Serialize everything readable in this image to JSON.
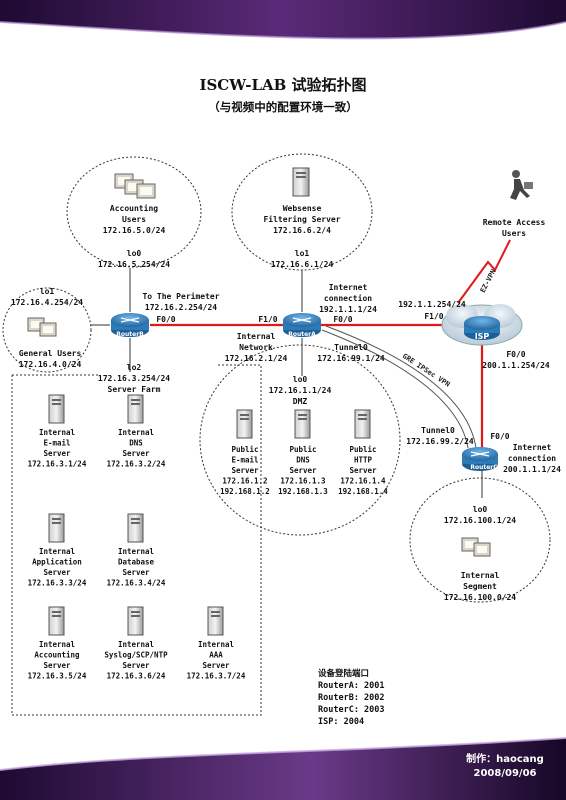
{
  "header": {
    "title": "ISCW-LAB 试验拓扑图",
    "subtitle": "（与视频中的配置环境一致）"
  },
  "routers": {
    "a": "RouterA",
    "b": "RouterB",
    "c": "RouterC",
    "isp": "ISP"
  },
  "sites": {
    "accounting": [
      "Accounting",
      "Users",
      "172.16.5.0/24"
    ],
    "websense": [
      "Websense",
      "Filtering Server",
      "172.16.6.2/4"
    ],
    "general": [
      "General Users",
      "172.16.4.0/24"
    ],
    "remote": [
      "Remote Access",
      "Users"
    ],
    "internal_segment": [
      "Internal",
      "Segment",
      "172.16.100.0/24"
    ]
  },
  "interfaces": {
    "b_lo0": [
      "lo0",
      "172.16.5.254/24"
    ],
    "a_lo1": [
      "lo1",
      "172.16.6.1/24"
    ],
    "b_lo1": [
      "lo1",
      "172.16.4.254/24"
    ],
    "to_perimeter": [
      "To The Perimeter",
      "172.16.2.254/24"
    ],
    "b_f00": "F0/0",
    "a_f10": "F1/0",
    "a_internal": [
      "Internal",
      "Network",
      "172.16.2.1/24"
    ],
    "a_internet": [
      "Internet",
      "connection",
      "192.1.1.1/24"
    ],
    "a_f00": "F0/0",
    "a_tunnel": [
      "Tunnel0",
      "172.16.99.1/24"
    ],
    "isp_left": [
      "192.1.1.254/24",
      "F1/0"
    ],
    "isp_f00": [
      "F0/0",
      "200.1.1.254/24"
    ],
    "c_tunnel": [
      "Tunnel0",
      "172.16.99.2/24"
    ],
    "c_f00": [
      "F0/0",
      "Internet",
      "connection",
      "200.1.1.1/24"
    ],
    "b_lo2": [
      "lo2",
      "172.16.3.254/24",
      "Server Farm"
    ],
    "a_lo0": [
      "lo0",
      "172.16.1.1/24",
      "DMZ"
    ],
    "c_lo0": [
      "lo0",
      "172.16.100.1/24"
    ],
    "ez_vpn": "EZ-VPN",
    "gre": "GRE IPSec VPN"
  },
  "dmz_servers": [
    [
      "Public",
      "E-mail",
      "Server",
      "172.16.1.2",
      "192.168.1.2"
    ],
    [
      "Public",
      "DNS",
      "Server",
      "172.16.1.3",
      "192.168.1.3"
    ],
    [
      "Public",
      "HTTP",
      "Server",
      "172.16.1.4",
      "192.168.1.4"
    ]
  ],
  "farm_servers": [
    [
      "Internal",
      "E-mail",
      "Server",
      "172.16.3.1/24"
    ],
    [
      "Internal",
      "DNS",
      "Server",
      "172.16.3.2/24"
    ],
    [
      "Internal",
      "Application",
      "Server",
      "172.16.3.3/24"
    ],
    [
      "Internal",
      "Database",
      "Server",
      "172.16.3.4/24"
    ],
    [
      "Internal",
      "Accounting",
      "Server",
      "172.16.3.5/24"
    ],
    [
      "Internal",
      "Syslog/SCP/NTP",
      "Server",
      "172.16.3.6/24"
    ],
    [
      "Internal",
      "AAA",
      "Server",
      "172.16.3.7/24"
    ]
  ],
  "ports": {
    "title": "设备登陆端口",
    "rows": [
      "RouterA: 2001",
      "RouterB: 2002",
      "RouterC: 2003",
      "ISP: 2004"
    ]
  },
  "footer": {
    "author": "制作：haocang",
    "date": "2008/09/06"
  },
  "colors": {
    "link": "#e01818",
    "router": "#2a7bb8",
    "banner": "#3a1850"
  }
}
